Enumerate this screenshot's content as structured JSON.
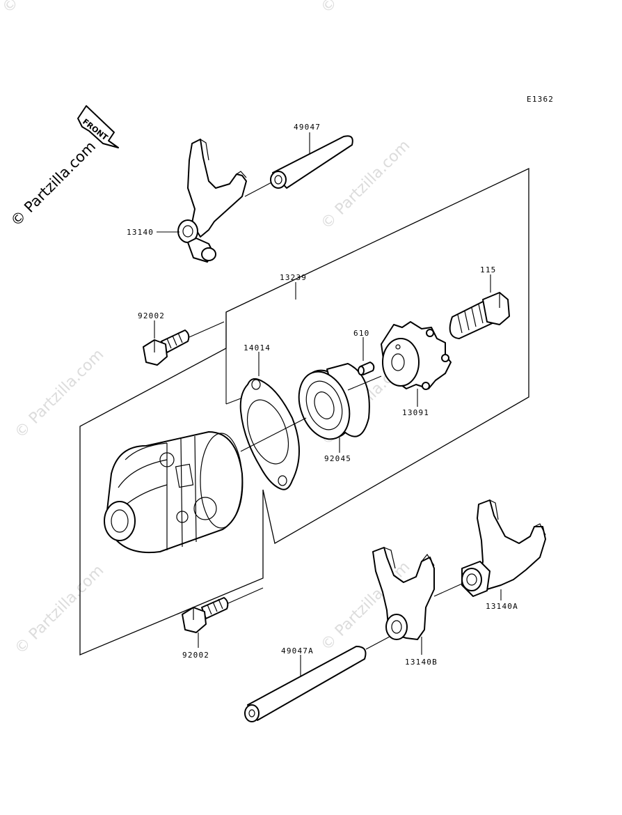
{
  "diagram_code": "E1362",
  "watermark": "© Partzilla.com",
  "front_label": "FRONT",
  "parts": {
    "p49047": "49047",
    "p13140": "13140",
    "p13239": "13239",
    "p115": "115",
    "p92002_top": "92002",
    "p14014": "14014",
    "p610": "610",
    "p13091": "13091",
    "p92045": "92045",
    "p13140A": "13140A",
    "p92002_bottom": "92002",
    "p49047A": "49047A",
    "p13140B": "13140B"
  }
}
